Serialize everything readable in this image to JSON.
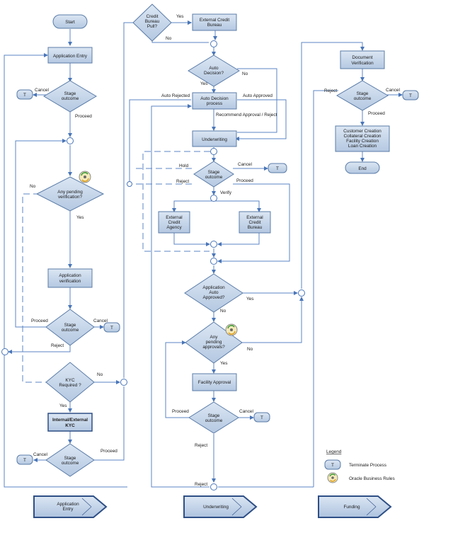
{
  "nodes": {
    "start": "Start",
    "application_entry": "Application Entry",
    "stage_outcome_1": [
      "Stage",
      "outcome"
    ],
    "pending_verification": [
      "Any pending",
      "verification?"
    ],
    "application_verification": [
      "Application",
      "verification"
    ],
    "stage_outcome_2": [
      "Stage",
      "outcome"
    ],
    "kyc_required": [
      "KYC",
      "Required ?"
    ],
    "internal_external_kyc": [
      "Internal/External",
      "KYC"
    ],
    "stage_outcome_3": [
      "Stage",
      "outcome"
    ],
    "credit_bureau_pull": [
      "Credit",
      "Bureau",
      "Pull?"
    ],
    "external_credit_bureau_top": [
      "External Credit",
      "Bureau"
    ],
    "auto_decision": [
      "Auto",
      "Decision?"
    ],
    "auto_decision_process": [
      "Auto Decision",
      "process"
    ],
    "underwriting": "Underwriting",
    "stage_outcome_uw": [
      "Stage",
      "outcome"
    ],
    "external_credit_agency": [
      "External",
      "Credit",
      "Agency"
    ],
    "external_credit_bureau": [
      "External",
      "Credit",
      "Bureau"
    ],
    "application_auto_approved": [
      "Application",
      "Auto",
      "Approved?"
    ],
    "pending_approvals": [
      "Any",
      "pending",
      "approvals?"
    ],
    "facility_approval": "Facility Approval",
    "stage_outcome_fa": [
      "Stage",
      "outcome"
    ],
    "document_verification": [
      "Document",
      "Verification"
    ],
    "stage_outcome_fund": [
      "Stage",
      "outcome"
    ],
    "customer_creation": [
      "Customer Creation",
      "Collateral Creation",
      "Facility Creation",
      "Loan Creation"
    ],
    "end": "End",
    "terminate": "T"
  },
  "edge_labels": {
    "cancel": "Cancel",
    "proceed": "Proceed",
    "no": "No",
    "yes": "Yes",
    "reject": "Reject",
    "hold": "Hold",
    "verify": "Verify",
    "auto_rejected": "Auto Rejected",
    "auto_approved": "Auto Approved",
    "recommend": "Recommend Approval / Reject"
  },
  "phases": [
    "Application Entry",
    "Underwriting",
    "Funding"
  ],
  "legend": {
    "title": "Legend",
    "terminate_symbol": "T",
    "terminate_label": "Terminate Process",
    "rules_label": "Oracle Business Rules"
  },
  "colors": {
    "box_fill": "#c6d5e8",
    "box_stroke": "#5b7ca8",
    "line": "#5b86c4",
    "phase_fill": "#c6d5e8",
    "phase_stroke": "#2e4f86"
  }
}
